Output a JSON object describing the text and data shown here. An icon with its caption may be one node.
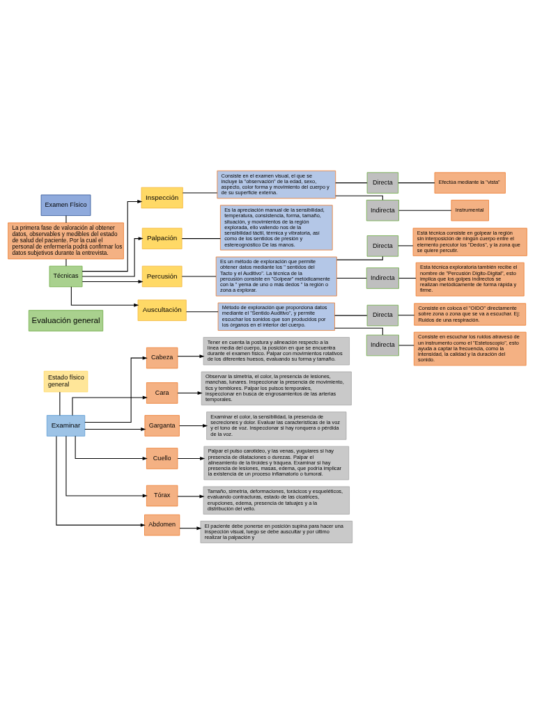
{
  "diagram": {
    "nodes": [
      {
        "text": [
          "Examen Físico"
        ]
      },
      {
        "text": [
          "La primera fase de valoración al obtener datos, observables y medibles del estado de salud del paciente. Por la cual el personal de enfermería podrá confirmar los datos subjetivos durante la entrevista."
        ]
      },
      {
        "text": [
          "Técnicas"
        ]
      },
      {
        "text": [
          "Inspección"
        ]
      },
      {
        "text": [
          "Consiste en el examen visual, el que se incluye la \"observación\" de la edad, sexo, aspecto, color forma y movimiento del cuerpo y de su superficie externa."
        ]
      },
      {
        "text": [
          "Directa"
        ]
      },
      {
        "text": [
          "Efectúa mediante la \"vista\""
        ]
      },
      {
        "text": [
          "Indirecta"
        ]
      },
      {
        "text": [
          "Instrumental"
        ]
      },
      {
        "text": [
          "Palpación"
        ]
      },
      {
        "text": [
          "Es la apreciación manual de la sensibilidad, temperatura, consistencia, forma, tamaño, situación, y movimientos de la región explorada, ello valiendo nos de la sensibilidad táctil, térmica y vibratoria, así como de los sentidos de presión y estereognóstico De las manos."
        ]
      },
      {
        "text": [
          "Percusión"
        ]
      },
      {
        "text": [
          "Es un método de exploración que permite obtener datos mediante los \" sentidos del Tacto y el Auditivo\". La técnica de la percusión consiste en \"Golpear\" metódicamente con la \" yema de uno o más dedos \" la región o zona a explorar."
        ]
      },
      {
        "text": [
          "Directa"
        ]
      },
      {
        "text": [
          "Está técnica consiste en golpear la región sin interposición de ningún cuerpo entre el elemento percutor los \"Dedos\", y la zona que se quiere percutir."
        ]
      },
      {
        "text": [
          "Indirecta"
        ]
      },
      {
        "text": [
          "Esta técnica exploratoria también recibe el nombre de \"Percusión Digito-Digital\", esto implica que los golpes indirectos se realizan metódicamente de forma rápida y firme."
        ]
      },
      {
        "text": [
          "Auscultación"
        ]
      },
      {
        "text": [
          "Método de exploración que proporciona datos mediante el \"Sentido Auditivo\", y permite escuchar los sonidos que son producidos por los órganos en el interior del cuerpo."
        ]
      },
      {
        "text": [
          "Directa"
        ]
      },
      {
        "text": [
          "Consiste en coloca el \"OIDO\" directamente sobre zona o zona que se va a escuchar. Ej: Ruidos de una respiración."
        ]
      },
      {
        "text": [
          "Indirecta"
        ]
      },
      {
        "text": [
          "Consiste en escuchar los ruidos atravesó de un instrumento como el \"Estetoscopio\", esto ayuda a captar la frecuencia, como la intensidad, la calidad y la duración del sonido."
        ]
      },
      {
        "text": [
          "Evaluación general"
        ]
      },
      {
        "text": [
          "Estado físico general"
        ]
      },
      {
        "text": [
          "Examinar"
        ]
      },
      {
        "text": [
          "Cabeza"
        ]
      },
      {
        "text": [
          "Tener en cuenta la postura y alineación respecto a la línea media del cuerpo, la posición en que se encuentra durante el examen físico. Palpar con movimientos rotativos de los diferentes huesos, evaluando su forma y tamaño."
        ]
      },
      {
        "text": [
          "Cara"
        ]
      },
      {
        "text": [
          "Observar la simetría, el color, la presencia de lesiones, manchas, lunares. Inspeccionar la presencia de movimiento, tics y temblores. Palpar los pulsos temporales, inspeccionar en busca de engrosamientos de las arterias temporales."
        ]
      },
      {
        "text": [
          "Garganta"
        ]
      },
      {
        "text": [
          "Examinar el color, la sensibilidad, la presencia de secreciones y dolor. Evaluar las características de la voz y el tono de voz. Inspeccionar si hay ronquera o pérdida de la voz."
        ]
      },
      {
        "text": [
          "Cuello"
        ]
      },
      {
        "text": [
          "Palpar el pulso carotideo, y las venas, yugulares si hay presencia de dilataciones o durezas. Palpar el alineamiento de la tiroides y tráquea. Examinar si hay presencia de lesiones, masas, edema, que podría implicar la existencia de un proceso inflamatorio o tumoral."
        ]
      },
      {
        "text": [
          "Tórax"
        ]
      },
      {
        "text": [
          "Tamaño, simetría, deformaciones, torácicos y esqueléticos, evaluando contracturas, estado de las cicatrices, erupciones, edema, presencia de tatuajes y a la distribución del vello."
        ]
      },
      {
        "text": [
          "Abdomen"
        ]
      },
      {
        "text": [
          "El paciente debe ponerse en posición supina para hacer una inspección visual, luego se debe auscultar y por último realizar la palpación y"
        ]
      }
    ],
    "edges": [
      {
        "from": 0,
        "to": 1,
        "arrow": "none"
      },
      {
        "from": 1,
        "to": 2,
        "arrow": "none"
      },
      {
        "from": 2,
        "to": 3,
        "arrow": "to"
      },
      {
        "from": 2,
        "to": 9,
        "arrow": "to"
      },
      {
        "from": 2,
        "to": 11,
        "arrow": "to"
      },
      {
        "from": 2,
        "to": 17,
        "arrow": "to"
      },
      {
        "from": 3,
        "to": 4,
        "arrow": "none"
      },
      {
        "from": 4,
        "to": 5,
        "arrow": "none"
      },
      {
        "from": 4,
        "to": 7,
        "arrow": "none"
      },
      {
        "from": 5,
        "to": 6,
        "arrow": "none"
      },
      {
        "from": 7,
        "to": 8,
        "arrow": "none"
      },
      {
        "from": 9,
        "to": 10,
        "arrow": "none"
      },
      {
        "from": 11,
        "to": 12,
        "arrow": "none"
      },
      {
        "from": 12,
        "to": 13,
        "arrow": "none"
      },
      {
        "from": 12,
        "to": 15,
        "arrow": "none"
      },
      {
        "from": 13,
        "to": 14,
        "arrow": "none"
      },
      {
        "from": 15,
        "to": 16,
        "arrow": "none"
      },
      {
        "from": 17,
        "to": 18,
        "arrow": "none"
      },
      {
        "from": 18,
        "to": 19,
        "arrow": "none"
      },
      {
        "from": 18,
        "to": 21,
        "arrow": "none"
      },
      {
        "from": 19,
        "to": 20,
        "arrow": "none"
      },
      {
        "from": 21,
        "to": 22,
        "arrow": "none"
      },
      {
        "from": 24,
        "to": 25,
        "arrow": "none"
      },
      {
        "from": 25,
        "to": 26,
        "arrow": "to"
      },
      {
        "from": 25,
        "to": 28,
        "arrow": "to"
      },
      {
        "from": 25,
        "to": 30,
        "arrow": "to"
      },
      {
        "from": 25,
        "to": 32,
        "arrow": "to"
      },
      {
        "from": 25,
        "to": 34,
        "arrow": "to"
      },
      {
        "from": 25,
        "to": 36,
        "arrow": "to"
      },
      {
        "from": 26,
        "to": 27,
        "arrow": "to"
      },
      {
        "from": 28,
        "to": 29,
        "arrow": "to"
      },
      {
        "from": 30,
        "to": 31,
        "arrow": "to"
      },
      {
        "from": 32,
        "to": 33,
        "arrow": "to"
      },
      {
        "from": 34,
        "to": 35,
        "arrow": "to"
      },
      {
        "from": 36,
        "to": 37,
        "arrow": "to"
      }
    ]
  }
}
